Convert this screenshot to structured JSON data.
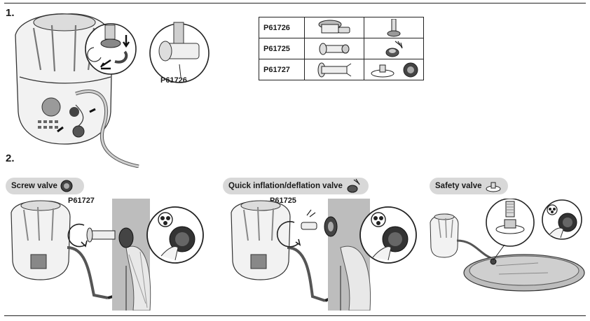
{
  "steps": {
    "step1": "1.",
    "step2": "2."
  },
  "step1_figure": {
    "callout_label": "P61726"
  },
  "parts_table": {
    "rows": [
      {
        "code": "P61726"
      },
      {
        "code": "P61725"
      },
      {
        "code": "P61727"
      }
    ]
  },
  "valves": [
    {
      "title": "Screw valve",
      "part_code": "P61727"
    },
    {
      "title": "Quick inflation/deflation valve",
      "part_code": "P61725"
    },
    {
      "title": "Safety valve"
    }
  ],
  "colors": {
    "rule": "#222222",
    "pill_background": "#d8d8d8",
    "line_art": "#333333",
    "shade": "#9a9a9a"
  }
}
